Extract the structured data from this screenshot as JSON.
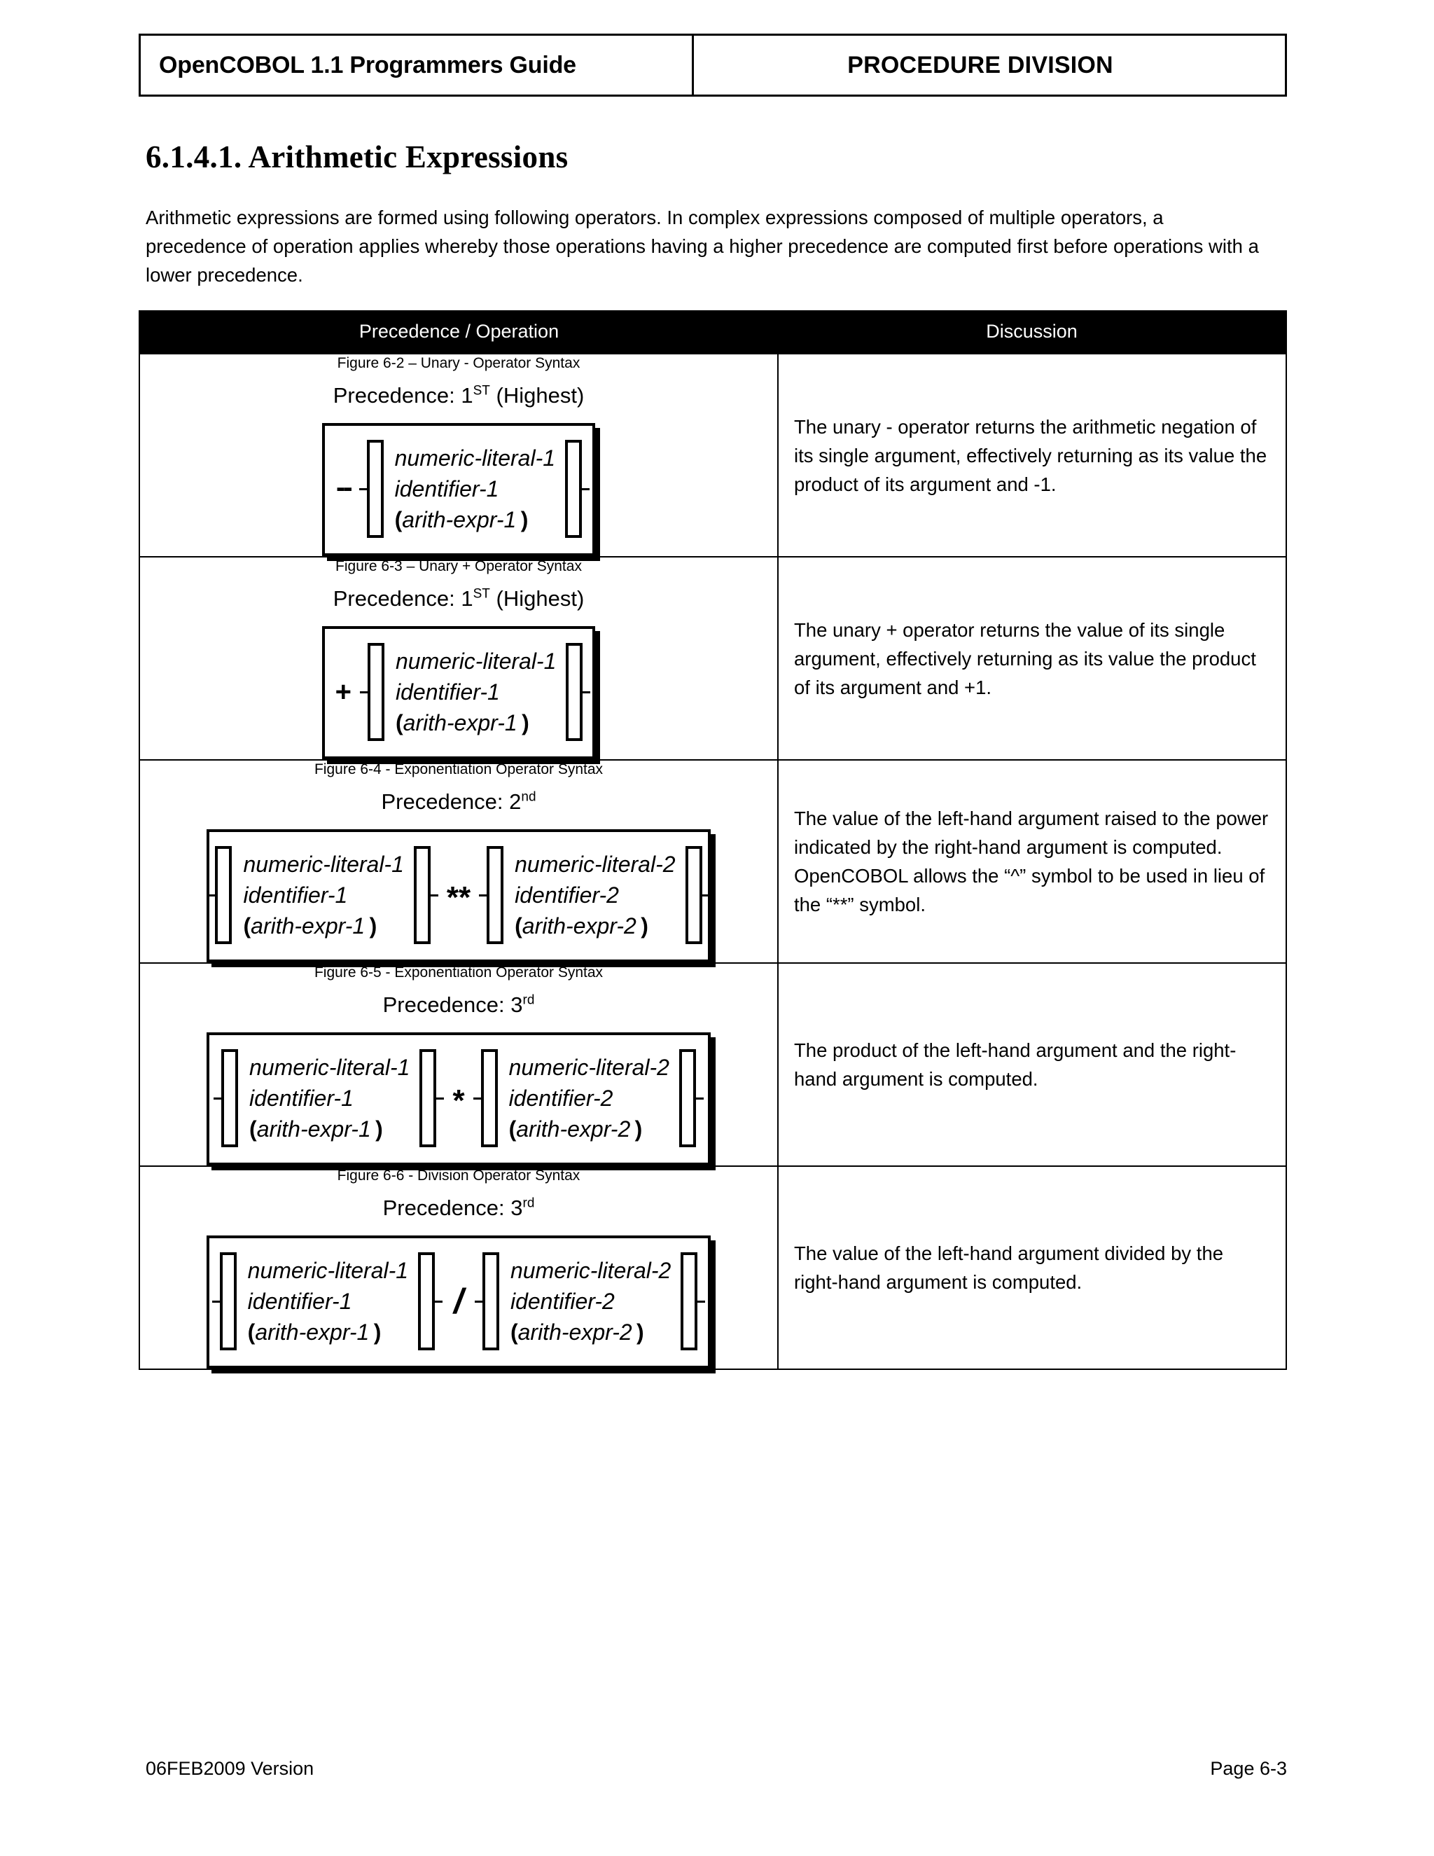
{
  "header": {
    "left_title": "OpenCOBOL 1.1 Programmers Guide",
    "right_title": "PROCEDURE DIVISION"
  },
  "section": {
    "title": "6.1.4.1. Arithmetic Expressions",
    "intro": "Arithmetic expressions are formed using following operators.  In complex expressions composed of multiple operators, a precedence of operation applies whereby those operations having a higher precedence are computed first before operations with a lower precedence."
  },
  "table": {
    "columns": [
      "Precedence / Operation",
      "Discussion"
    ],
    "rows": [
      {
        "figure_caption": "Figure 6-2 – Unary - Operator Syntax",
        "precedence_label": "Precedence: 1",
        "precedence_sup": "ST",
        "precedence_suffix": " (Highest)",
        "kind": "unary",
        "operator": "--",
        "left_items": [],
        "right_items": [
          "numeric-literal-1",
          "identifier-1",
          "( arith-expr-1 )"
        ],
        "discussion": "The unary - operator returns the arithmetic negation of its single argument, effectively returning as its value the product of its argument and -1."
      },
      {
        "figure_caption": "Figure 6-3 – Unary + Operator Syntax",
        "precedence_label": "Precedence: 1",
        "precedence_sup": "ST",
        "precedence_suffix": " (Highest)",
        "kind": "unary",
        "operator": "+",
        "left_items": [],
        "right_items": [
          "numeric-literal-1",
          "identifier-1",
          "( arith-expr-1 )"
        ],
        "discussion": "The unary + operator returns the value of its single argument, effectively returning as its value the product of its argument and +1."
      },
      {
        "figure_caption": "Figure 6-4 - Exponentiation Operator Syntax",
        "precedence_label": "Precedence: 2",
        "precedence_sup": "nd",
        "precedence_suffix": "",
        "kind": "binary",
        "operator": "**",
        "left_items": [
          "numeric-literal-1",
          "identifier-1",
          "( arith-expr-1 )"
        ],
        "right_items": [
          "numeric-literal-2",
          "identifier-2",
          "( arith-expr-2 )"
        ],
        "discussion": "The value of the left-hand argument raised to the power indicated by the right-hand argument is computed.  OpenCOBOL allows the “^” symbol to be used in lieu of the “**” symbol."
      },
      {
        "figure_caption": "Figure 6-5 - Exponentiation Operator Syntax",
        "precedence_label": "Precedence: 3",
        "precedence_sup": "rd",
        "precedence_suffix": "",
        "kind": "binary",
        "operator": "*",
        "left_items": [
          "numeric-literal-1",
          "identifier-1",
          "( arith-expr-1 )"
        ],
        "right_items": [
          "numeric-literal-2",
          "identifier-2",
          "( arith-expr-2 )"
        ],
        "discussion": "The product of the left-hand argument and the right-hand argument is computed."
      },
      {
        "figure_caption": "Figure 6-6 - Division Operator Syntax",
        "precedence_label": "Precedence: 3",
        "precedence_sup": "rd",
        "precedence_suffix": "",
        "kind": "binary",
        "operator": "/",
        "left_items": [
          "numeric-literal-1",
          "identifier-1",
          "( arith-expr-1 )"
        ],
        "right_items": [
          "numeric-literal-2",
          "identifier-2",
          "( arith-expr-2 )"
        ],
        "discussion": "The value of the left-hand argument divided by the right-hand argument is computed."
      }
    ]
  },
  "footer": {
    "version": "06FEB2009 Version",
    "page": "Page 6-3"
  }
}
